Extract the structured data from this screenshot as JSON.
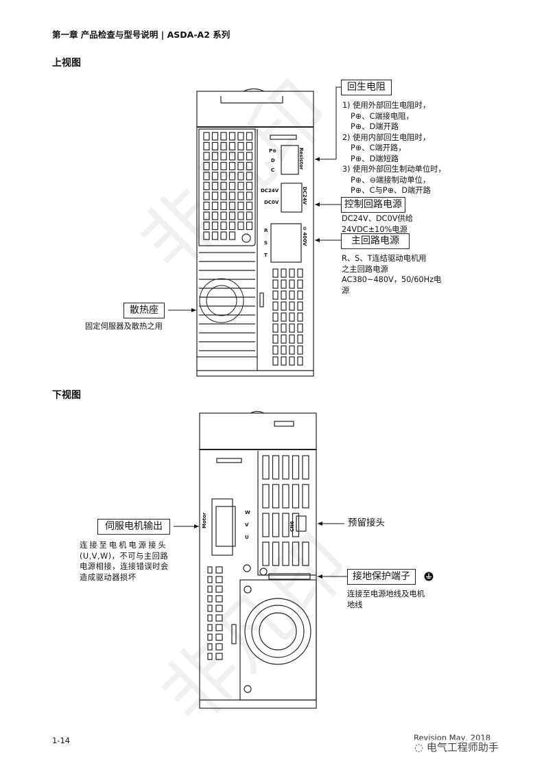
{
  "header": {
    "title": "第一章  产品检查与型号说明 | ASDA-A2 系列"
  },
  "top_view": {
    "title": "上视图",
    "regen_resistor": {
      "label": "回生电阻",
      "lines": [
        "1) 使用外部回生电阻时，",
        "P⊕、C端接电阻，",
        "P⊕、D端开路",
        "2) 使用内部回生电阻时，",
        "P⊕、C端开路，",
        "P⊕、D端短路",
        "3) 使用外部回生制动单位时，",
        "P⊕、⊖端接制动单位，",
        "P⊕、C与P⊕、D端开路"
      ]
    },
    "control_power": {
      "label": "控制回路电源",
      "lines": [
        "DC24V、DC0V供给",
        "24VDC±10%电源"
      ]
    },
    "main_power": {
      "label": "主回路电源",
      "lines": [
        "R、S、T连结驱动电机用",
        "之主回路电源",
        "AC380~480V，50/60Hz电",
        "源"
      ]
    },
    "heatsink": {
      "label": "散热座",
      "lines": [
        "固定伺服器及散热之用"
      ]
    },
    "device_labels": {
      "resistor": "Resistor",
      "pdc": [
        "P⊕",
        "D",
        "C"
      ],
      "dc24v": "DC24V",
      "dc24v_l": "DC24V",
      "dc0v": "DC0V",
      "rst": [
        "R",
        "S",
        "T"
      ],
      "v400": "⊖ 400V"
    }
  },
  "bottom_view": {
    "title": "下视图",
    "motor_output": {
      "label": "伺服电机输出",
      "lines": [
        "连接至电机电源接头",
        "(U,V,W)，不可与主回路",
        "电源相接，连接错误时会",
        "造成驱动器损坏"
      ]
    },
    "reserved_connector": {
      "label": "预留接头"
    },
    "ground_terminal": {
      "label": "接地保护端子",
      "icon": "ground-icon",
      "lines": [
        "连接至电源地线及电机",
        "地线"
      ]
    },
    "device_labels": {
      "motor": "Motor",
      "uvw": [
        "U",
        "V",
        "W"
      ],
      "cn6": "CN6"
    }
  },
  "footer": {
    "page": "1-14",
    "revision": "Revision May, 2018",
    "wechat_watermark": "电气工程师助手"
  },
  "watermark": "非凡印"
}
